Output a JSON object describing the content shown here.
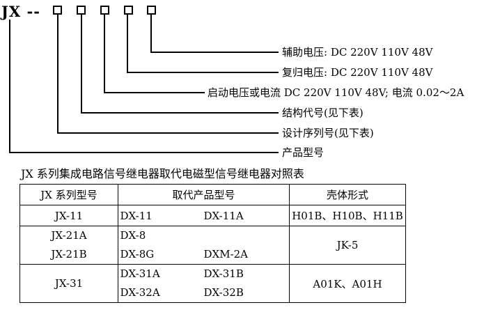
{
  "code": {
    "prefix": "JX --",
    "boxes": 5
  },
  "legend": [
    "辅助电压: DC 220V 110V 48V",
    "复归电压: DC 220V 110V 48V",
    "启动电压或电流 DC 220V 110V 48V; 电流 0.02～2A",
    "结构代号(见下表)",
    "设计序列号(见下表)",
    "产品型号"
  ],
  "table": {
    "title": "JX 系列集成电路信号继电器取代电磁型信号继电器对照表",
    "headers": [
      "JX 系列型号",
      "取代产品型号",
      "壳体形式"
    ],
    "rows": [
      {
        "models": [
          "JX-11"
        ],
        "replaces": [
          [
            "DX-11",
            "DX-11A"
          ]
        ],
        "housing": "H01B、H10B、H11B"
      },
      {
        "models": [
          "JX-21A",
          "JX-21B"
        ],
        "replaces": [
          [
            "DX-8",
            ""
          ],
          [
            "DX-8G",
            "DXM-2A"
          ]
        ],
        "housing": "JK-5"
      },
      {
        "models": [
          "JX-31"
        ],
        "replaces": [
          [
            "DX-31A",
            "DX-31B"
          ],
          [
            "DX-32A",
            "DX-32B"
          ]
        ],
        "housing": "A01K、A01H"
      }
    ]
  }
}
